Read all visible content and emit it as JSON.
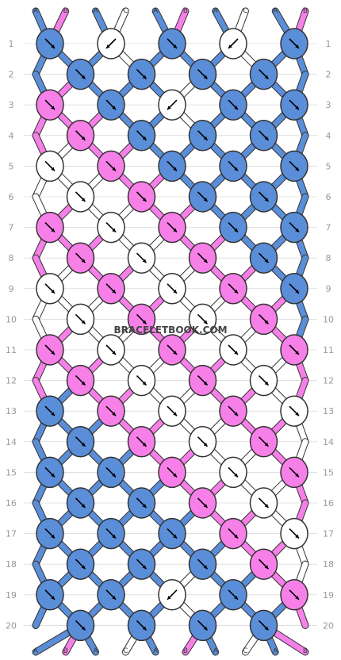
{
  "watermark": "BRACELETBOOK.COM",
  "colors": {
    "A": "#5b8ed8",
    "B": "#f780e8",
    "C": "#ffffff",
    "stroke": "#333333",
    "grid": "#cccccc"
  },
  "top_strands": [
    "A",
    "B",
    "A",
    "C",
    "A",
    "B",
    "A",
    "C",
    "A",
    "B"
  ],
  "bottom_strands": [
    "A",
    "B",
    "A",
    "C",
    "A",
    "B",
    "A",
    "C",
    "A",
    "B"
  ],
  "row_numbers": [
    "1",
    "2",
    "3",
    "4",
    "5",
    "6",
    "7",
    "8",
    "9",
    "10",
    "11",
    "12",
    "13",
    "14",
    "15",
    "16",
    "17",
    "18",
    "19",
    "20"
  ],
  "knot_rows": [
    [
      {
        "c": "A",
        "d": "R"
      },
      {
        "c": "C",
        "d": "L"
      },
      {
        "c": "A",
        "d": "R"
      },
      {
        "c": "C",
        "d": "L"
      },
      {
        "c": "A",
        "d": "R"
      }
    ],
    [
      {
        "c": "A",
        "d": "R"
      },
      {
        "c": "A",
        "d": "R"
      },
      {
        "c": "A",
        "d": "R"
      },
      {
        "c": "A",
        "d": "R"
      }
    ],
    [
      {
        "c": "B",
        "d": "R"
      },
      {
        "c": "A",
        "d": "R"
      },
      {
        "c": "C",
        "d": "L"
      },
      {
        "c": "A",
        "d": "R"
      },
      {
        "c": "A",
        "d": "R"
      }
    ],
    [
      {
        "c": "B",
        "d": "R"
      },
      {
        "c": "A",
        "d": "R"
      },
      {
        "c": "A",
        "d": "R"
      },
      {
        "c": "A",
        "d": "R"
      }
    ],
    [
      {
        "c": "C",
        "d": "R"
      },
      {
        "c": "B",
        "d": "R"
      },
      {
        "c": "A",
        "d": "R"
      },
      {
        "c": "A",
        "d": "R"
      },
      {
        "c": "A",
        "d": "R"
      }
    ],
    [
      {
        "c": "C",
        "d": "R"
      },
      {
        "c": "B",
        "d": "R"
      },
      {
        "c": "A",
        "d": "R"
      },
      {
        "c": "A",
        "d": "R"
      }
    ],
    [
      {
        "c": "B",
        "d": "R"
      },
      {
        "c": "C",
        "d": "R"
      },
      {
        "c": "B",
        "d": "R"
      },
      {
        "c": "A",
        "d": "R"
      },
      {
        "c": "A",
        "d": "R"
      }
    ],
    [
      {
        "c": "B",
        "d": "R"
      },
      {
        "c": "C",
        "d": "R"
      },
      {
        "c": "B",
        "d": "R"
      },
      {
        "c": "A",
        "d": "R"
      }
    ],
    [
      {
        "c": "C",
        "d": "R"
      },
      {
        "c": "B",
        "d": "R"
      },
      {
        "c": "C",
        "d": "R"
      },
      {
        "c": "B",
        "d": "R"
      },
      {
        "c": "A",
        "d": "R"
      }
    ],
    [
      {
        "c": "C",
        "d": "R"
      },
      {
        "c": "B",
        "d": "R"
      },
      {
        "c": "C",
        "d": "R"
      },
      {
        "c": "B",
        "d": "R"
      }
    ],
    [
      {
        "c": "B",
        "d": "R"
      },
      {
        "c": "C",
        "d": "R"
      },
      {
        "c": "B",
        "d": "R"
      },
      {
        "c": "C",
        "d": "R"
      },
      {
        "c": "B",
        "d": "R"
      }
    ],
    [
      {
        "c": "B",
        "d": "R"
      },
      {
        "c": "C",
        "d": "R"
      },
      {
        "c": "B",
        "d": "R"
      },
      {
        "c": "C",
        "d": "R"
      }
    ],
    [
      {
        "c": "A",
        "d": "R"
      },
      {
        "c": "B",
        "d": "R"
      },
      {
        "c": "C",
        "d": "R"
      },
      {
        "c": "B",
        "d": "R"
      },
      {
        "c": "C",
        "d": "R"
      }
    ],
    [
      {
        "c": "A",
        "d": "R"
      },
      {
        "c": "B",
        "d": "R"
      },
      {
        "c": "C",
        "d": "R"
      },
      {
        "c": "B",
        "d": "R"
      }
    ],
    [
      {
        "c": "A",
        "d": "R"
      },
      {
        "c": "A",
        "d": "R"
      },
      {
        "c": "B",
        "d": "R"
      },
      {
        "c": "C",
        "d": "R"
      },
      {
        "c": "B",
        "d": "R"
      }
    ],
    [
      {
        "c": "A",
        "d": "R"
      },
      {
        "c": "A",
        "d": "R"
      },
      {
        "c": "B",
        "d": "R"
      },
      {
        "c": "C",
        "d": "R"
      }
    ],
    [
      {
        "c": "A",
        "d": "R"
      },
      {
        "c": "A",
        "d": "R"
      },
      {
        "c": "A",
        "d": "R"
      },
      {
        "c": "B",
        "d": "R"
      },
      {
        "c": "C",
        "d": "R"
      }
    ],
    [
      {
        "c": "A",
        "d": "R"
      },
      {
        "c": "A",
        "d": "R"
      },
      {
        "c": "A",
        "d": "R"
      },
      {
        "c": "B",
        "d": "R"
      }
    ],
    [
      {
        "c": "A",
        "d": "R"
      },
      {
        "c": "A",
        "d": "R"
      },
      {
        "c": "C",
        "d": "L"
      },
      {
        "c": "A",
        "d": "R"
      },
      {
        "c": "B",
        "d": "R"
      }
    ],
    [
      {
        "c": "A",
        "d": "R"
      },
      {
        "c": "A",
        "d": "R"
      },
      {
        "c": "A",
        "d": "R"
      },
      {
        "c": "A",
        "d": "R"
      }
    ]
  ]
}
